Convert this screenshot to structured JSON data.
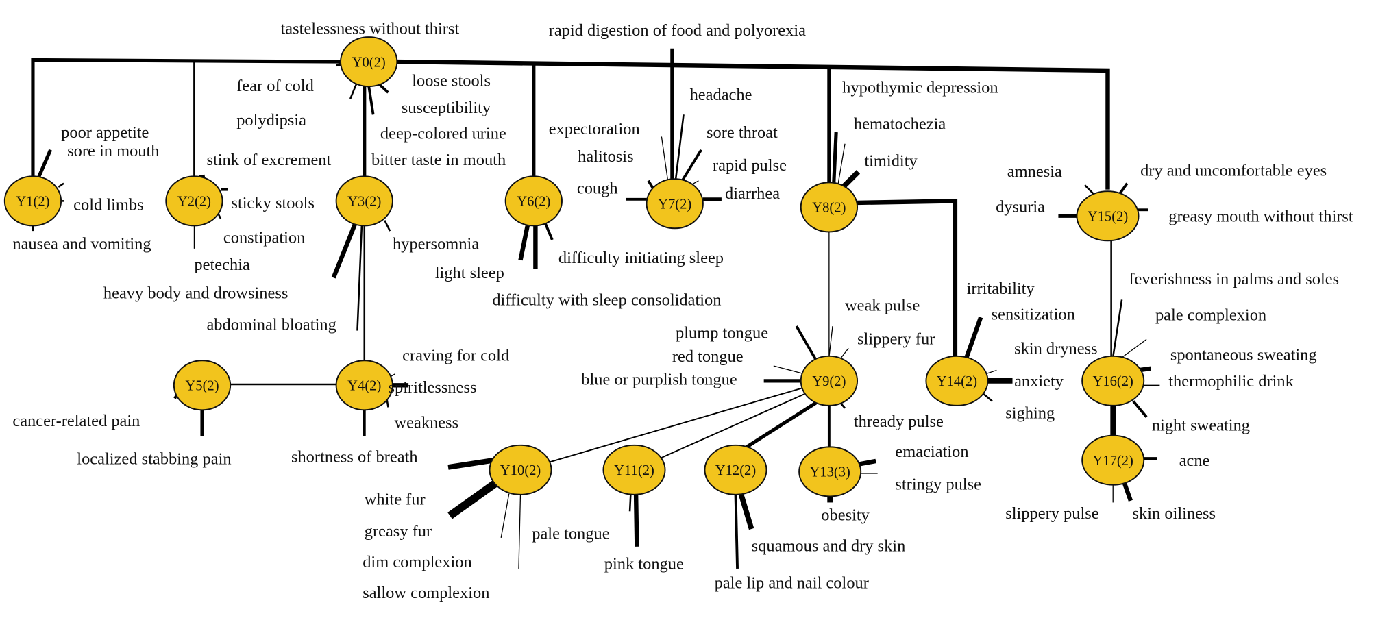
{
  "colors": {
    "node_fill": "#f2c41d",
    "node_stroke": "#111111",
    "edge": "#000000",
    "background": "#ffffff"
  },
  "nodes": [
    {
      "id": "Y0",
      "label": "Y0(2)"
    },
    {
      "id": "Y1",
      "label": "Y1(2)"
    },
    {
      "id": "Y2",
      "label": "Y2(2)"
    },
    {
      "id": "Y3",
      "label": "Y3(2)"
    },
    {
      "id": "Y4",
      "label": "Y4(2)"
    },
    {
      "id": "Y5",
      "label": "Y5(2)"
    },
    {
      "id": "Y6",
      "label": "Y6(2)"
    },
    {
      "id": "Y7",
      "label": "Y7(2)"
    },
    {
      "id": "Y8",
      "label": "Y8(2)"
    },
    {
      "id": "Y9",
      "label": "Y9(2)"
    },
    {
      "id": "Y10",
      "label": "Y10(2)"
    },
    {
      "id": "Y11",
      "label": "Y11(2)"
    },
    {
      "id": "Y12",
      "label": "Y12(2)"
    },
    {
      "id": "Y13",
      "label": "Y13(3)"
    },
    {
      "id": "Y14",
      "label": "Y14(2)"
    },
    {
      "id": "Y15",
      "label": "Y15(2)"
    },
    {
      "id": "Y16",
      "label": "Y16(2)"
    },
    {
      "id": "Y17",
      "label": "Y17(2)"
    }
  ],
  "symptoms": [
    "tastelessness without thirst",
    "rapid digestion of food and polyorexia",
    "fear of cold",
    "polydipsia",
    "stink of excrement",
    "sticky stools",
    "constipation",
    "petechia",
    "heavy body and drowsiness",
    "abdominal bloating",
    "loose stools",
    "susceptibility",
    "deep-colored urine",
    "bitter taste in mouth",
    "poor appetite",
    "sore in mouth",
    "cold limbs",
    "nausea and vomiting",
    "hypersomnia",
    "light sleep",
    "difficulty initiating sleep",
    "difficulty with sleep consolidation",
    "expectoration",
    "halitosis",
    "cough",
    "headache",
    "sore throat",
    "rapid pulse",
    "diarrhea",
    "hypothymic depression",
    "hematochezia",
    "timidity",
    "amnesia",
    "dysuria",
    "dry and uncomfortable eyes",
    "greasy mouth without thirst",
    "irritability",
    "sensitization",
    "skin dryness",
    "anxiety",
    "sighing",
    "feverishness in palms and soles",
    "pale complexion",
    "spontaneous sweating",
    "thermophilic drink",
    "night sweating",
    "acne",
    "slippery pulse",
    "skin oiliness",
    "weak pulse",
    "plump tongue",
    "slippery fur",
    "red tongue",
    "blue or purplish tongue",
    "thready pulse",
    "emaciation",
    "stringy pulse",
    "obesity",
    "craving for cold",
    "spiritlessness",
    "weakness",
    "cancer-related pain",
    "localized stabbing pain",
    "shortness of breath",
    "white fur",
    "greasy fur",
    "dim complexion",
    "sallow complexion",
    "pale tongue",
    "pink tongue",
    "squamous and dry skin",
    "pale lip and nail colour"
  ]
}
